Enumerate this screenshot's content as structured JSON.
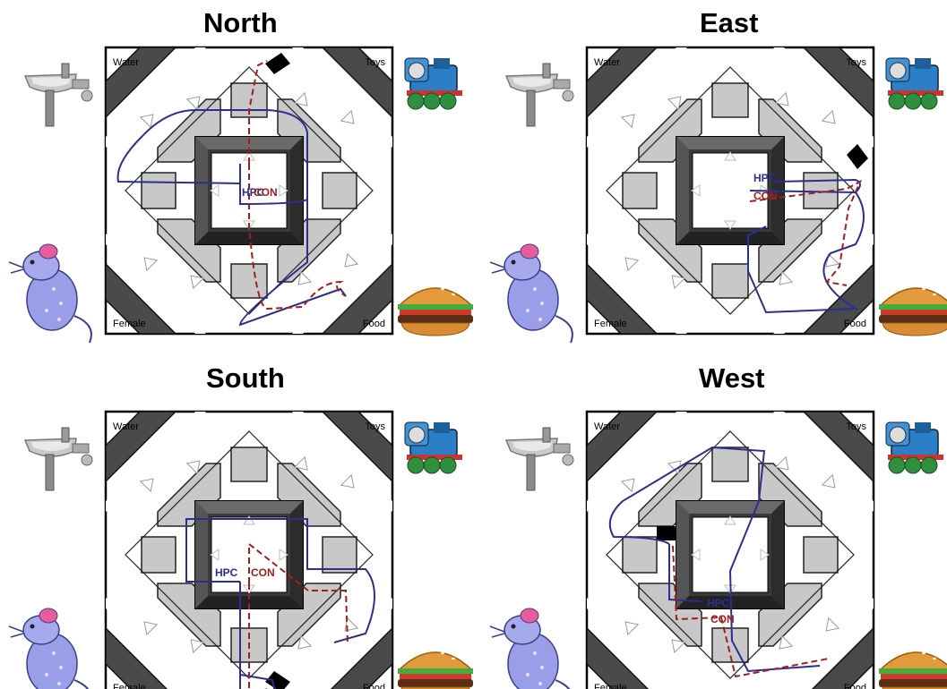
{
  "panels": [
    {
      "id": "north",
      "title": "North",
      "exit": "N",
      "start": "Food",
      "goal": "Toys"
    },
    {
      "id": "east",
      "title": "East",
      "exit": "E",
      "start": "Food",
      "goal": "Toys"
    },
    {
      "id": "south",
      "title": "South",
      "exit": "S",
      "start": "Food",
      "goal": "Food"
    },
    {
      "id": "west",
      "title": "West",
      "exit": "W",
      "start": "Food",
      "goal": "Water"
    }
  ],
  "corner_labels": {
    "water": "Water",
    "toys": "Toys",
    "female": "Female",
    "food": "Food"
  },
  "path_labels": {
    "hpc": "HPC",
    "con": "CON"
  },
  "icons": {
    "water": "water-fountain-icon",
    "toys": "toy-train-icon",
    "female": "mouse-icon",
    "food": "hamburger-icon"
  },
  "colors": {
    "hpc": "#2b2f8f",
    "con": "#a02020",
    "arm_dark": "#4a4a4a",
    "block_light": "#c8c8c8",
    "door": "#000000"
  }
}
